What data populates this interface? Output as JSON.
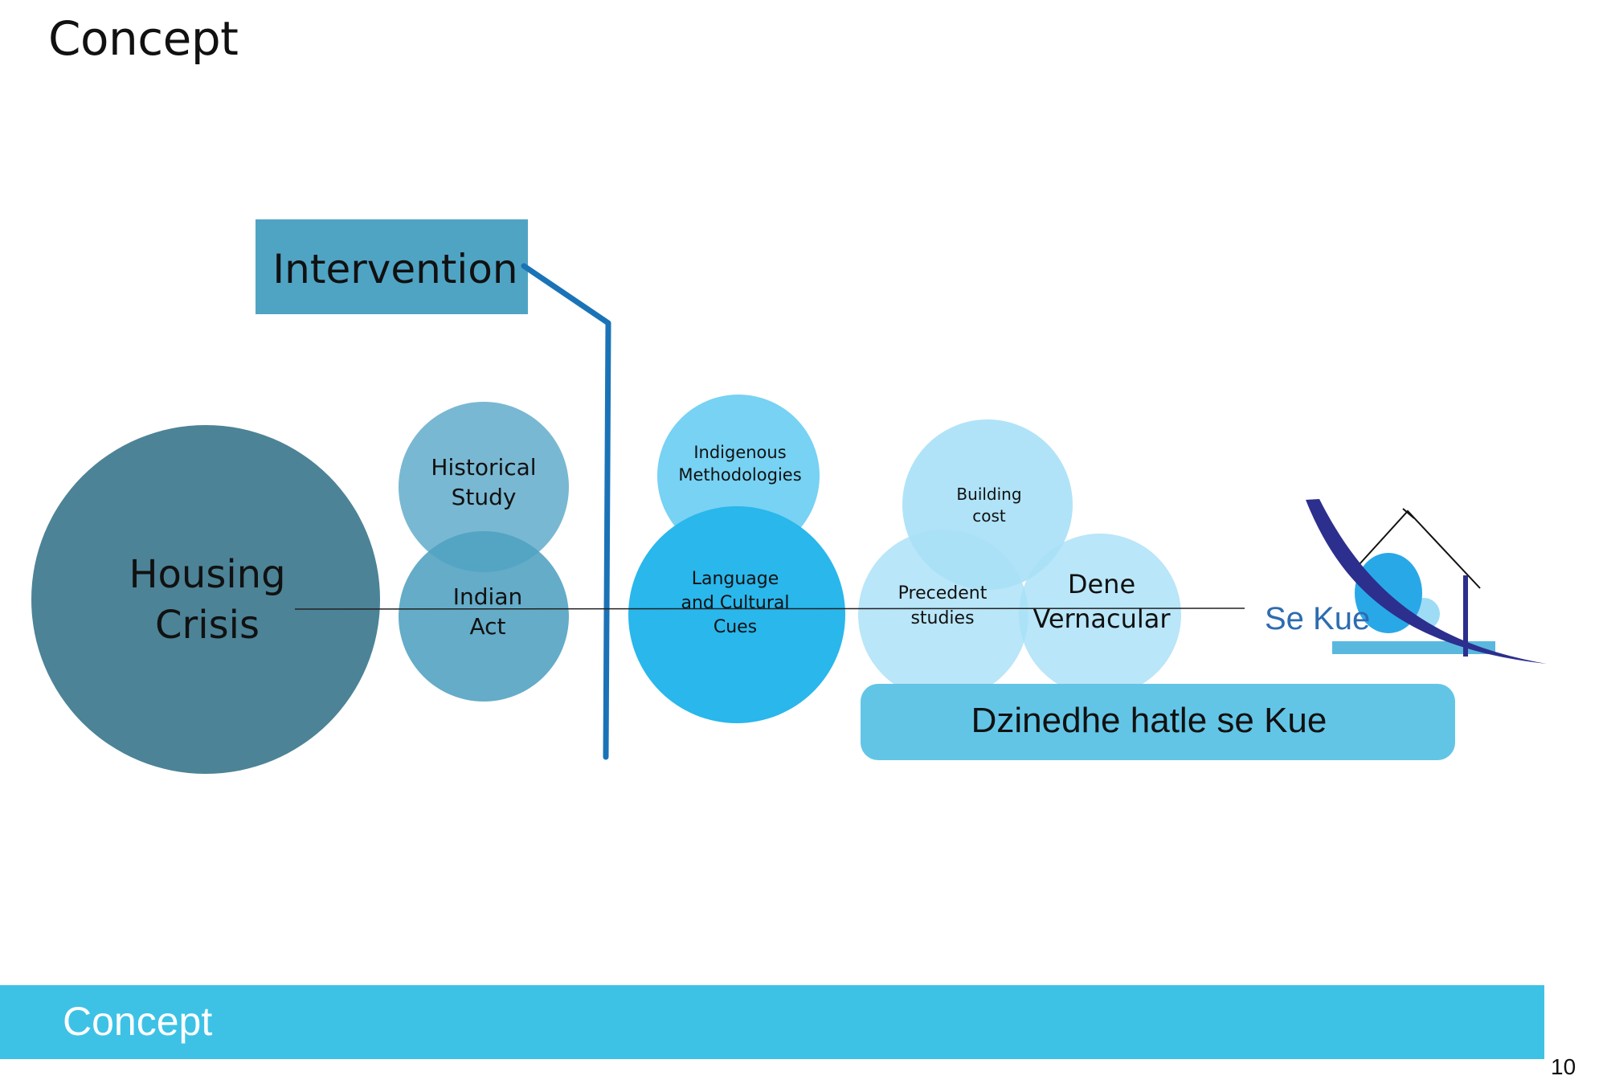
{
  "slide": {
    "title": "Concept",
    "page_number": "10",
    "footer_label": "Concept"
  },
  "colors": {
    "housing_crisis": "#4C8397",
    "historical_study": "#79B8D2",
    "indian_act": "#4FA1C0",
    "intervention_box": "#4FA4C4",
    "intervention_line": "#1B73B7",
    "indigenous": "#77D2F3",
    "language": "#29B7EC",
    "light_circles": "#A9E1F7",
    "dzinedhe_box": "#63C5E6",
    "sekue_text": "#2D6CB0",
    "logo_curve": "#2C2F8D",
    "logo_blue": "#29A8E8",
    "logo_light": "#9EDCF5",
    "logo_base": "#5AB8DF",
    "footer": "#3DC2E6"
  },
  "diagram": {
    "intervention_label": "Intervention",
    "housing_crisis": [
      "Housing",
      "Crisis"
    ],
    "historical_study": [
      "Historical",
      "Study"
    ],
    "indian_act": [
      "Indian",
      "Act"
    ],
    "indigenous_methodologies": [
      "Indigenous",
      "Methodologies"
    ],
    "language_cultural_cues": [
      "Language",
      "and Cultural",
      "Cues"
    ],
    "building_cost": [
      "Building",
      "cost"
    ],
    "precedent_studies": [
      "Precedent",
      "studies"
    ],
    "dene_vernacular": [
      "Dene",
      "Vernacular"
    ],
    "dzinedhe_label": "Dzinedhe hatle se Kue",
    "se_kue_label": "Se Kue"
  }
}
